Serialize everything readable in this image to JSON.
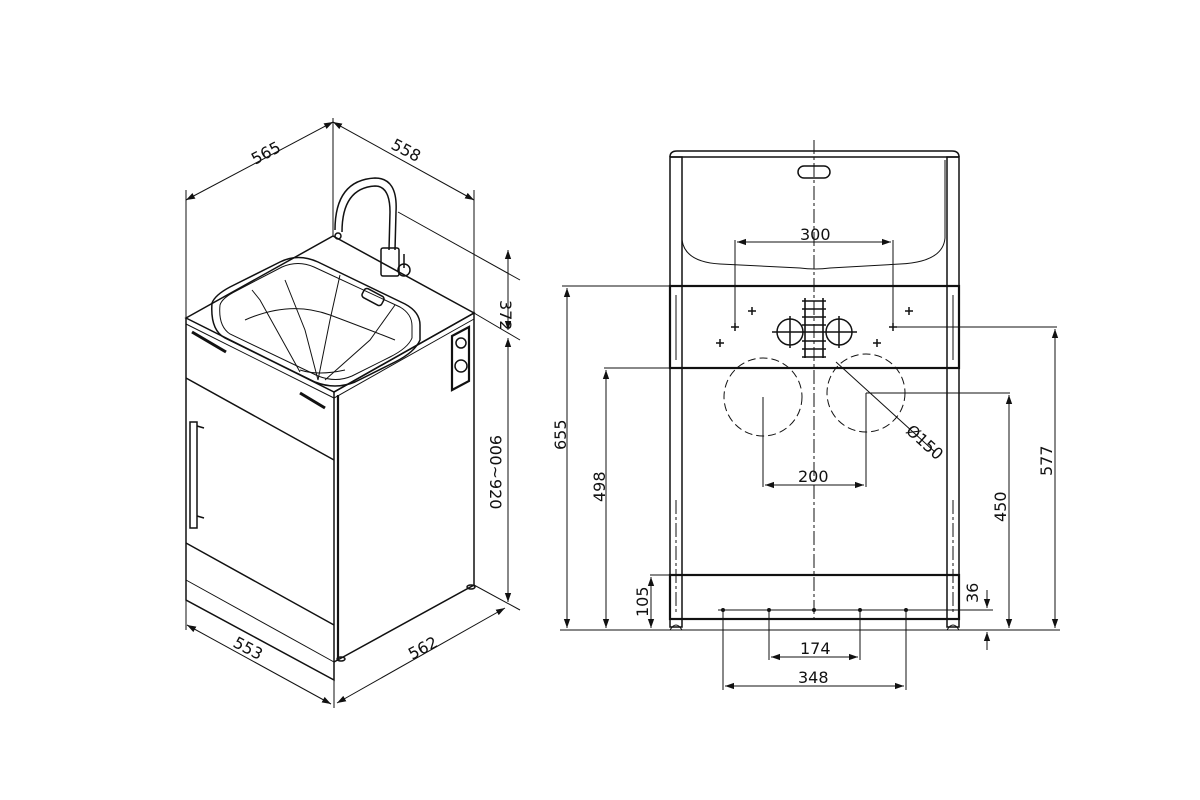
{
  "isometric_view": {
    "dimensions": {
      "top_left_width": "565",
      "top_right_depth": "558",
      "basin_height": "372",
      "total_height": "900~920",
      "bottom_width": "553",
      "bottom_depth": "562"
    }
  },
  "front_view": {
    "dimensions": {
      "tap_hole_spacing": "300",
      "waste_hole_spacing": "200",
      "waste_hole_diameter": "Ø150",
      "height_to_top_rail": "655",
      "height_to_rail_bottom": "498",
      "height_to_bottom_rail": "105",
      "height_to_hole_center": "450",
      "height_to_tap_holes": "577",
      "leg_offset": "36",
      "inner_hole_spacing": "174",
      "outer_hole_spacing": "348"
    }
  },
  "colors": {
    "line": "#111111",
    "background": "#ffffff"
  }
}
